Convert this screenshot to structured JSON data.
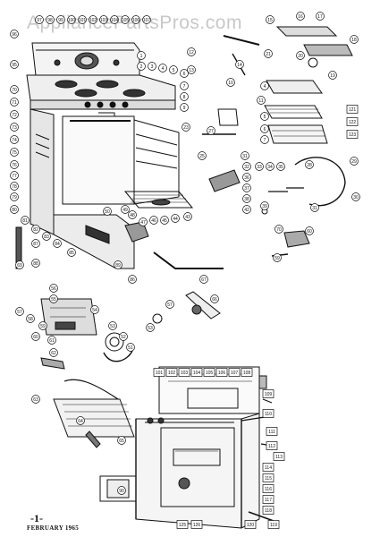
{
  "watermark": "AppliancePartsPros.com",
  "footer": {
    "page": "-1-",
    "date": "FEBRUARY 1965"
  },
  "callouts": {
    "range": [
      "97",
      "98",
      "99",
      "100",
      "101",
      "102",
      "103",
      "104",
      "105",
      "106",
      "107",
      "1",
      "2",
      "3",
      "4",
      "5",
      "6",
      "7",
      "8",
      "9",
      "10",
      "11",
      "12",
      "13",
      "14",
      "15",
      "16",
      "17",
      "18",
      "19",
      "20",
      "21",
      "22",
      "23",
      "24",
      "25",
      "26",
      "27",
      "28",
      "29",
      "30",
      "31",
      "32",
      "33",
      "34",
      "35",
      "36",
      "37",
      "38",
      "39",
      "40",
      "41",
      "42",
      "43",
      "44",
      "45",
      "46",
      "47",
      "48",
      "49",
      "50",
      "51",
      "52",
      "53",
      "54",
      "55",
      "56",
      "57",
      "58",
      "59",
      "60",
      "61",
      "62",
      "63",
      "64",
      "65",
      "66",
      "67",
      "68",
      "69",
      "70",
      "71",
      "72",
      "73",
      "74",
      "75",
      "76",
      "77",
      "78",
      "79",
      "80",
      "81",
      "82",
      "83",
      "84",
      "85",
      "86",
      "87",
      "88",
      "89"
    ],
    "broiler": [
      "121",
      "122",
      "123"
    ],
    "oven_body": [
      "101",
      "102",
      "103",
      "104",
      "105",
      "106",
      "107",
      "108",
      "109",
      "110",
      "111",
      "112",
      "113",
      "114",
      "115",
      "116",
      "117",
      "118",
      "119",
      "120",
      "125",
      "126"
    ]
  }
}
